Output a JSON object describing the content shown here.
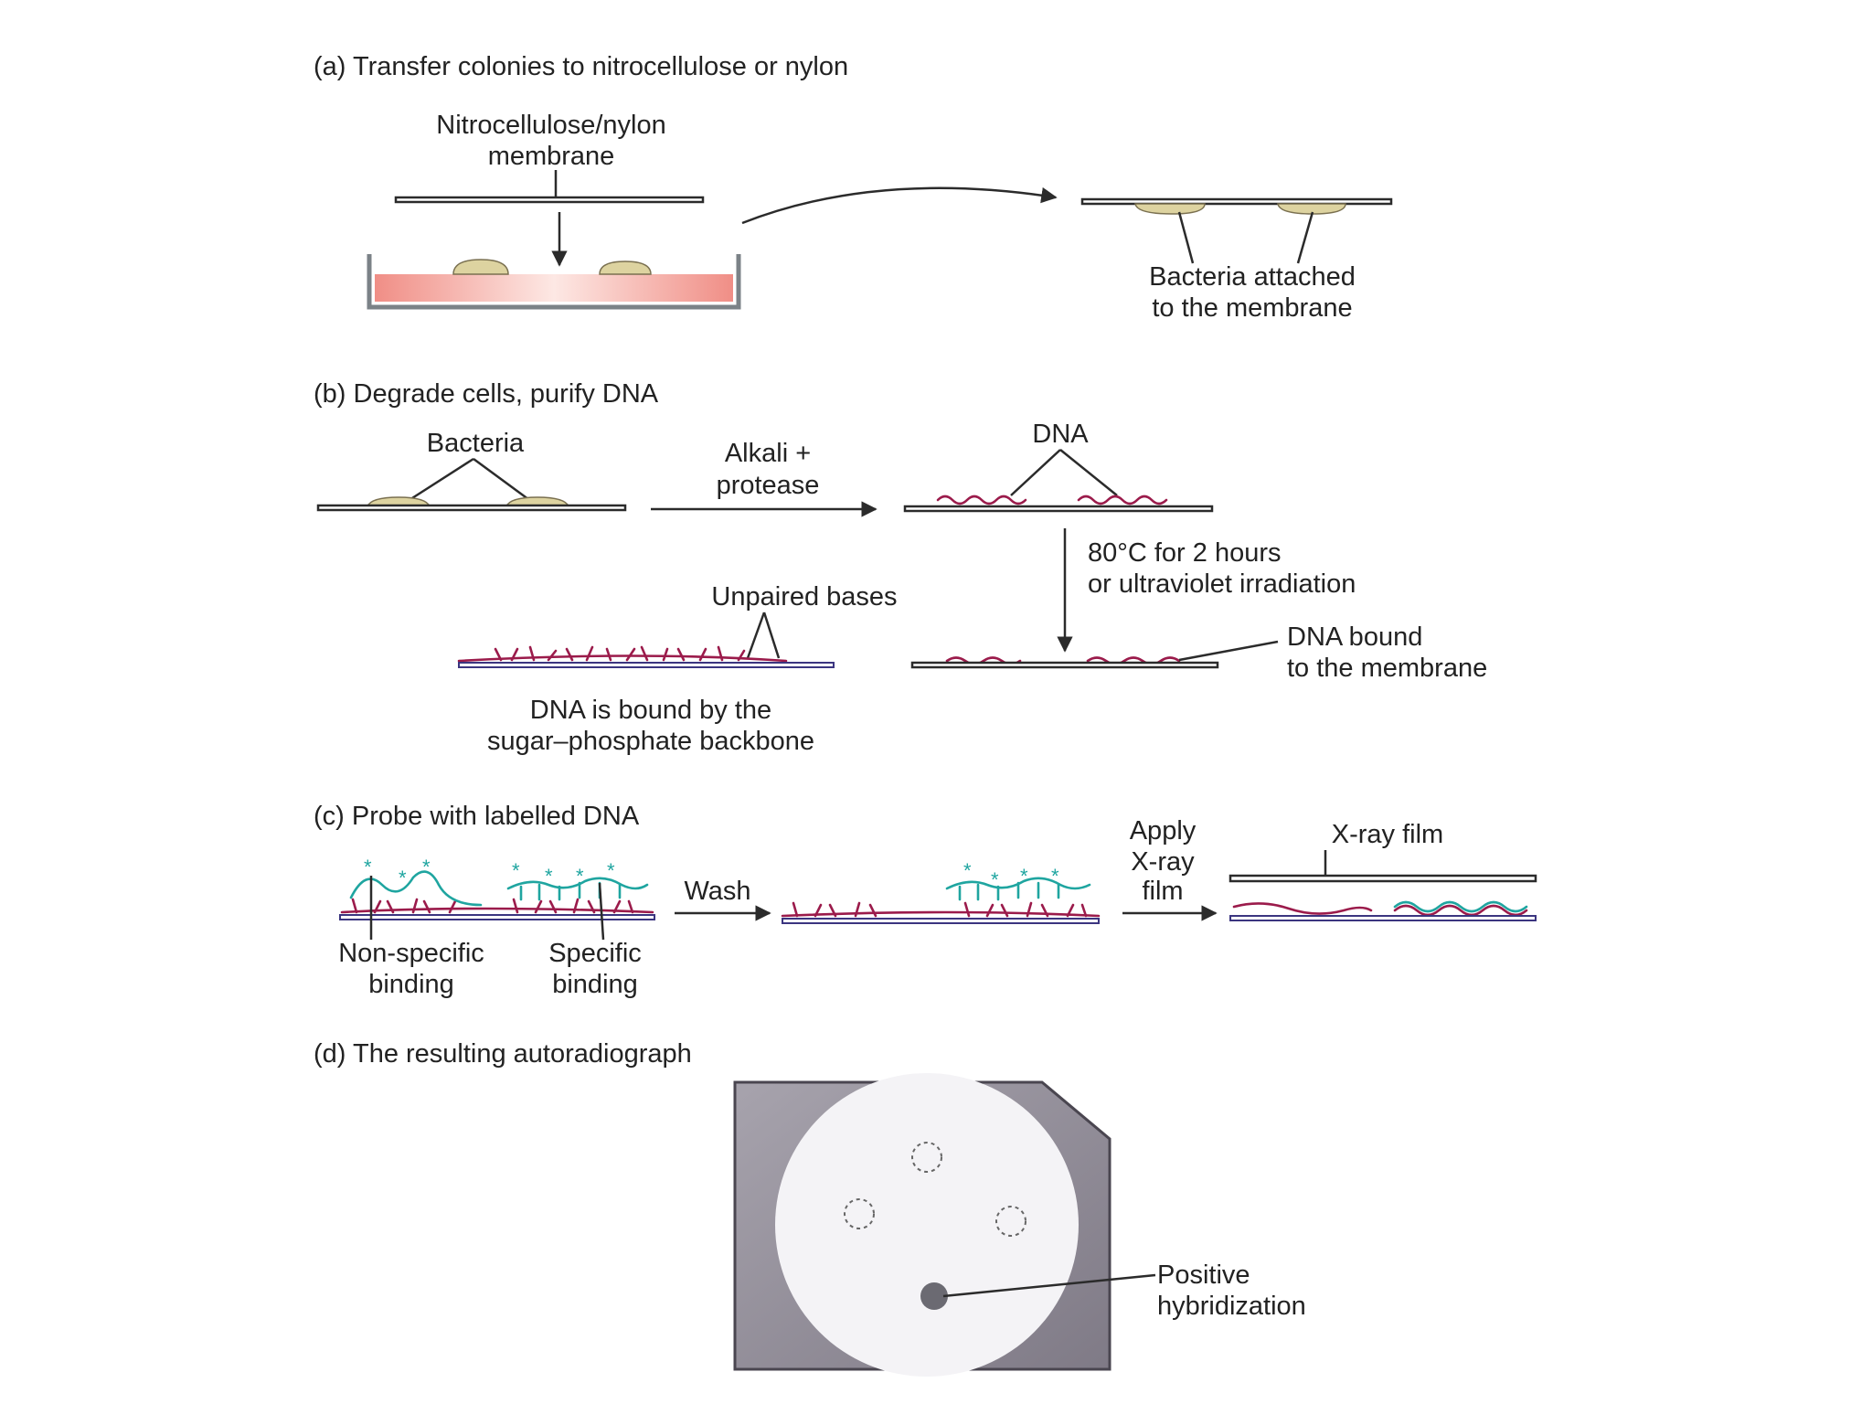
{
  "panel_a": {
    "title": "(a) Transfer colonies to nitrocellulose or nylon",
    "membrane_label_1": "Nitrocellulose/nylon",
    "membrane_label_2": "membrane",
    "bacteria_label_1": "Bacteria attached",
    "bacteria_label_2": "to the membrane"
  },
  "panel_b": {
    "title": "(b) Degrade cells, purify DNA",
    "bacteria_label": "Bacteria",
    "step_label_1": "Alkali +",
    "step_label_2": "protease",
    "dna_label": "DNA",
    "bake_label_1": "80°C for 2 hours",
    "bake_label_2": "or ultraviolet irradiation",
    "unpaired_label": "Unpaired bases",
    "bound_label_1": "DNA bound",
    "bound_label_2": "to the membrane",
    "backbone_label_1": "DNA is bound by the",
    "backbone_label_2": "sugar–phosphate backbone"
  },
  "panel_c": {
    "title": "(c) Probe with labelled DNA",
    "wash_label": "Wash",
    "apply_label_1": "Apply",
    "apply_label_2": "X-ray",
    "apply_label_3": "film",
    "film_label": "X-ray film",
    "nonspecific_label_1": "Non-specific",
    "nonspecific_label_2": "binding",
    "specific_label_1": "Specific",
    "specific_label_2": "binding",
    "star_glyph": "*"
  },
  "panel_d": {
    "title": "(d) The resulting autoradiograph",
    "positive_label_1": "Positive",
    "positive_label_2": "hybridization"
  },
  "colors": {
    "dna": "#9b1b4b",
    "probe": "#1fa5a0",
    "colony": "#ddd3a0",
    "agar": "#f08e86",
    "film": "#8f8a95"
  }
}
